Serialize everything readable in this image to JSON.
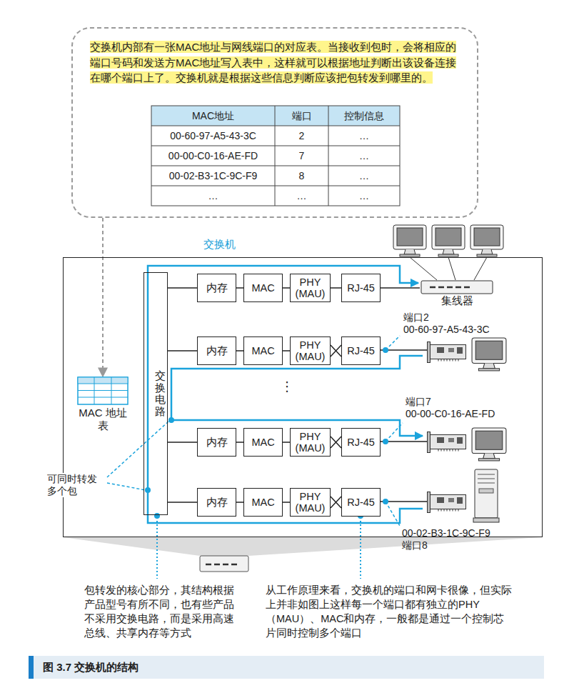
{
  "diagram": {
    "caption": "图 3.7 交换机的结构",
    "nodes": [
      {
        "text": [
          "交换机内部有一张MAC地址与网线端口的对应表。当接收到包时，会将相应的端口号码和发送方MAC地址写入表中，这样就可以根据地址判断出该设备连接在哪个端口上了。交换机就是根据这些信息判断应该把包转发到哪里的。"
        ]
      },
      {
        "text": [
          "MAC 地址表"
        ]
      },
      {
        "text": [
          "交换机"
        ]
      },
      {
        "text": [
          "交换电路"
        ],
        "in": 2
      },
      {
        "text": [
          "内存"
        ],
        "in": 2
      },
      {
        "text": [
          "MAC"
        ],
        "in": 2
      },
      {
        "text": [
          "PHY (MAU)"
        ],
        "in": 2
      },
      {
        "text": [
          "RJ-45"
        ],
        "in": 2
      },
      {
        "text": [
          "内存"
        ],
        "in": 2
      },
      {
        "text": [
          "MAC"
        ],
        "in": 2
      },
      {
        "text": [
          "PHY (MAU)"
        ],
        "in": 2
      },
      {
        "text": [
          "RJ-45"
        ],
        "in": 2
      },
      {
        "text": [
          "内存"
        ],
        "in": 2
      },
      {
        "text": [
          "MAC"
        ],
        "in": 2
      },
      {
        "text": [
          "PHY (MAU)"
        ],
        "in": 2
      },
      {
        "text": [
          "RJ-45"
        ],
        "in": 2
      },
      {
        "text": [
          "内存"
        ],
        "in": 2
      },
      {
        "text": [
          "MAC"
        ],
        "in": 2
      },
      {
        "text": [
          "PHY (MAU)"
        ],
        "in": 2
      },
      {
        "text": [
          "RJ-45"
        ],
        "in": 2
      },
      {
        "text": [
          "集线器"
        ]
      }
    ],
    "edges": [
      {
        "from": 0,
        "to": 1,
        "arrow": "to"
      },
      {
        "from": 3,
        "to": 4,
        "arrow": "none"
      },
      {
        "from": 4,
        "to": 5,
        "arrow": "none"
      },
      {
        "from": 5,
        "to": 6,
        "arrow": "none"
      },
      {
        "from": 6,
        "to": 7,
        "arrow": "none"
      },
      {
        "from": 3,
        "to": 8,
        "arrow": "none"
      },
      {
        "from": 8,
        "to": 9,
        "arrow": "none"
      },
      {
        "from": 9,
        "to": 10,
        "arrow": "none"
      },
      {
        "from": 10,
        "to": 11,
        "arrow": "none"
      },
      {
        "from": 3,
        "to": 12,
        "arrow": "none"
      },
      {
        "from": 12,
        "to": 13,
        "arrow": "none"
      },
      {
        "from": 13,
        "to": 14,
        "arrow": "none"
      },
      {
        "from": 14,
        "to": 15,
        "arrow": "none"
      },
      {
        "from": 3,
        "to": 16,
        "arrow": "none"
      },
      {
        "from": 16,
        "to": 17,
        "arrow": "none"
      },
      {
        "from": 17,
        "to": 18,
        "arrow": "none"
      },
      {
        "from": 18,
        "to": 19,
        "arrow": "none"
      },
      {
        "from": 7,
        "to": 20,
        "arrow": "none"
      }
    ],
    "labels": [
      "MAC地址",
      "端口",
      "控制信息",
      "00-60-97-A5-43-3C",
      "2",
      "…",
      "00-00-C0-16-AE-FD",
      "7",
      "…",
      "00-02-B3-1C-9C-F9",
      "8",
      "…",
      "…",
      "…",
      "…",
      "⋮",
      "可同时转发 多个包",
      "端口2",
      "00-60-97-A5-43-3C",
      "端口7",
      "00-00-C0-16-AE-FD",
      "00-02-B3-1C-9C-F9",
      "端口8",
      "包转发的核心部分，其结构根据产品型号有所不同，也有些产品不采用交换电路，而是采用高速总线、共享内存等方式",
      "从工作原理来看，交换机的端口和网卡很像，但实际上并非如图上这样每一个端口都有独立的PHY（MAU）、MAC和内存，一般都是通过一个控制芯片同时控制多个端口"
    ]
  }
}
